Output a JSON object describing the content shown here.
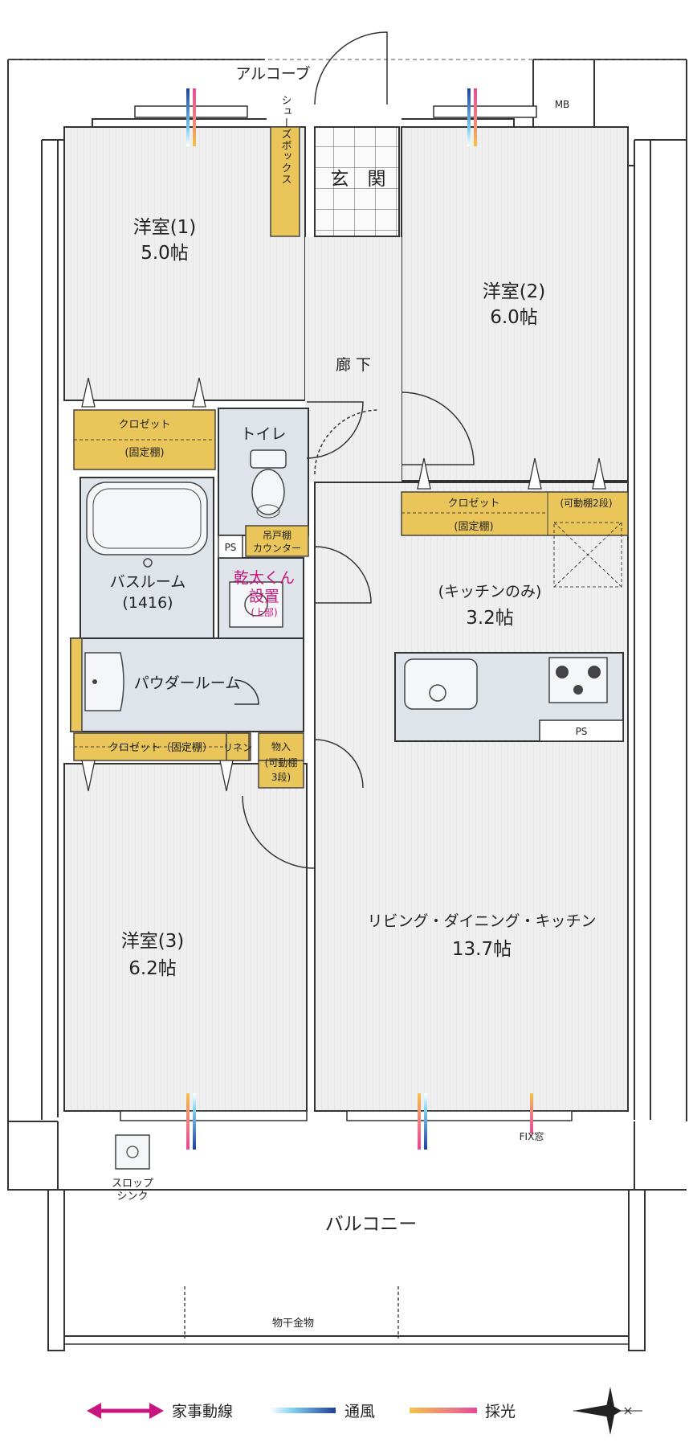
{
  "labels": {
    "alcove": "アルコーブ",
    "mb": "MB",
    "shoebox": "シューズボックス",
    "entrance": "玄　関",
    "room1_name": "洋室(1)",
    "room1_size": "5.0帖",
    "room2_name": "洋室(2)",
    "room2_size": "6.0帖",
    "room3_name": "洋室(3)",
    "room3_size": "6.2帖",
    "hallway": "廊 下",
    "closet": "クロゼット",
    "fixed_shelf": "(固定棚)",
    "movable_shelf_2": "(可動棚2段)",
    "closet_fixed": "クロゼット（固定棚）",
    "toilet": "トイレ",
    "hanging_shelf": "吊戸棚",
    "counter": "カウンター",
    "ps": "PS",
    "bathroom_name": "バスルーム",
    "bathroom_size": "(1416)",
    "dryer_1": "乾太くん",
    "dryer_2": "設置",
    "dryer_3": "(上部)",
    "powder_room": "パウダールーム",
    "linen": "リネン",
    "storage_1": "物入",
    "storage_2": "(可動棚",
    "storage_3": "3段)",
    "kitchen_only_name": "(キッチンのみ)",
    "kitchen_only_size": "3.2帖",
    "ldk_name": "リビング・ダイニング・キッチン",
    "ldk_size": "13.7帖",
    "fix_window": "FIX窓",
    "slop_sink_1": "スロップ",
    "slop_sink_2": "シンク",
    "balcony": "バルコニー",
    "clothes_hanger": "物干金物"
  },
  "legend": {
    "housework": "家事動線",
    "ventilation": "通風",
    "lighting": "採光"
  },
  "colors": {
    "closet_fill": "#e9c55a",
    "room_floor": "#efefef",
    "wet_area": "#dfe3ea",
    "housework_arrow": "#c8157f",
    "ventilation": "#1f6fc4",
    "lighting": "#e6a23c"
  }
}
